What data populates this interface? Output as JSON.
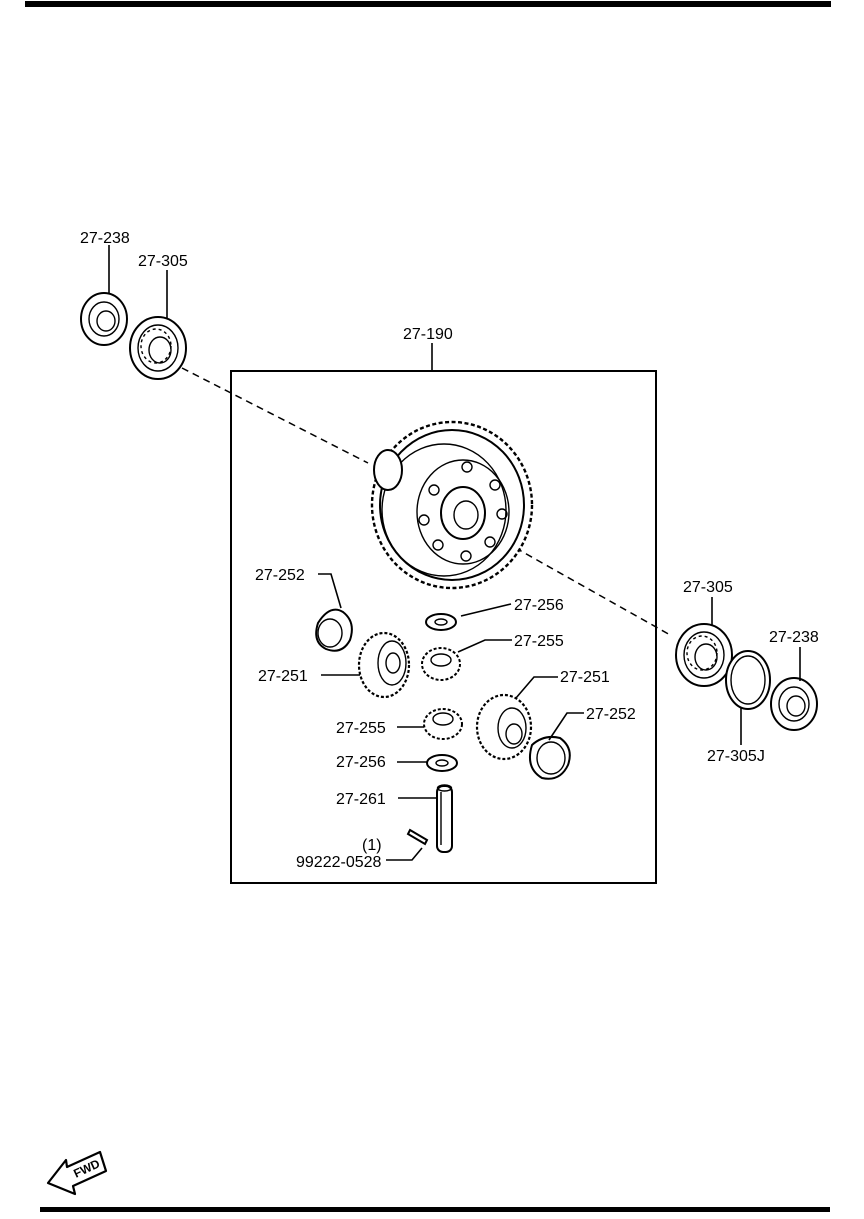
{
  "diagram": {
    "callouts": {
      "l_238": "27-238",
      "l_305": "27-305",
      "assembly": "27-190",
      "r_305": "27-305",
      "r_238": "27-238",
      "shim": "27-305J",
      "c252_top": "27-252",
      "c256_top": "27-256",
      "c255_top": "27-255",
      "c251_left": "27-251",
      "c251_right": "27-251",
      "c252_right": "27-252",
      "c255_bottom": "27-255",
      "c256_bottom": "27-256",
      "c261": "27-261",
      "qty": "(1)",
      "pin": "99222-0528"
    },
    "fwd_label": "FWD",
    "icons": [
      "fwd-arrow-icon"
    ]
  }
}
